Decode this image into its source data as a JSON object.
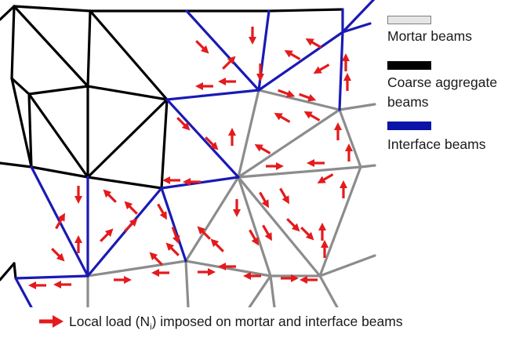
{
  "legend": {
    "mortar": {
      "label": "Mortar beams",
      "color": "#e5e5e5",
      "border": "#7f7f7f"
    },
    "coarse": {
      "label_line1": "Coarse aggregate",
      "label_line2": "beams",
      "color": "#000000"
    },
    "interface": {
      "label": "Interface beams",
      "color": "#0a14a8"
    }
  },
  "caption": {
    "prefix": "Local load (N",
    "subscript": "i",
    "suffix": ") imposed on mortar and interface beams",
    "arrow_color": "#e41a1c"
  },
  "beam_colors": {
    "coarse": "#000000",
    "interface": "#1a1ab4",
    "mortar": "#8c8c8c"
  }
}
